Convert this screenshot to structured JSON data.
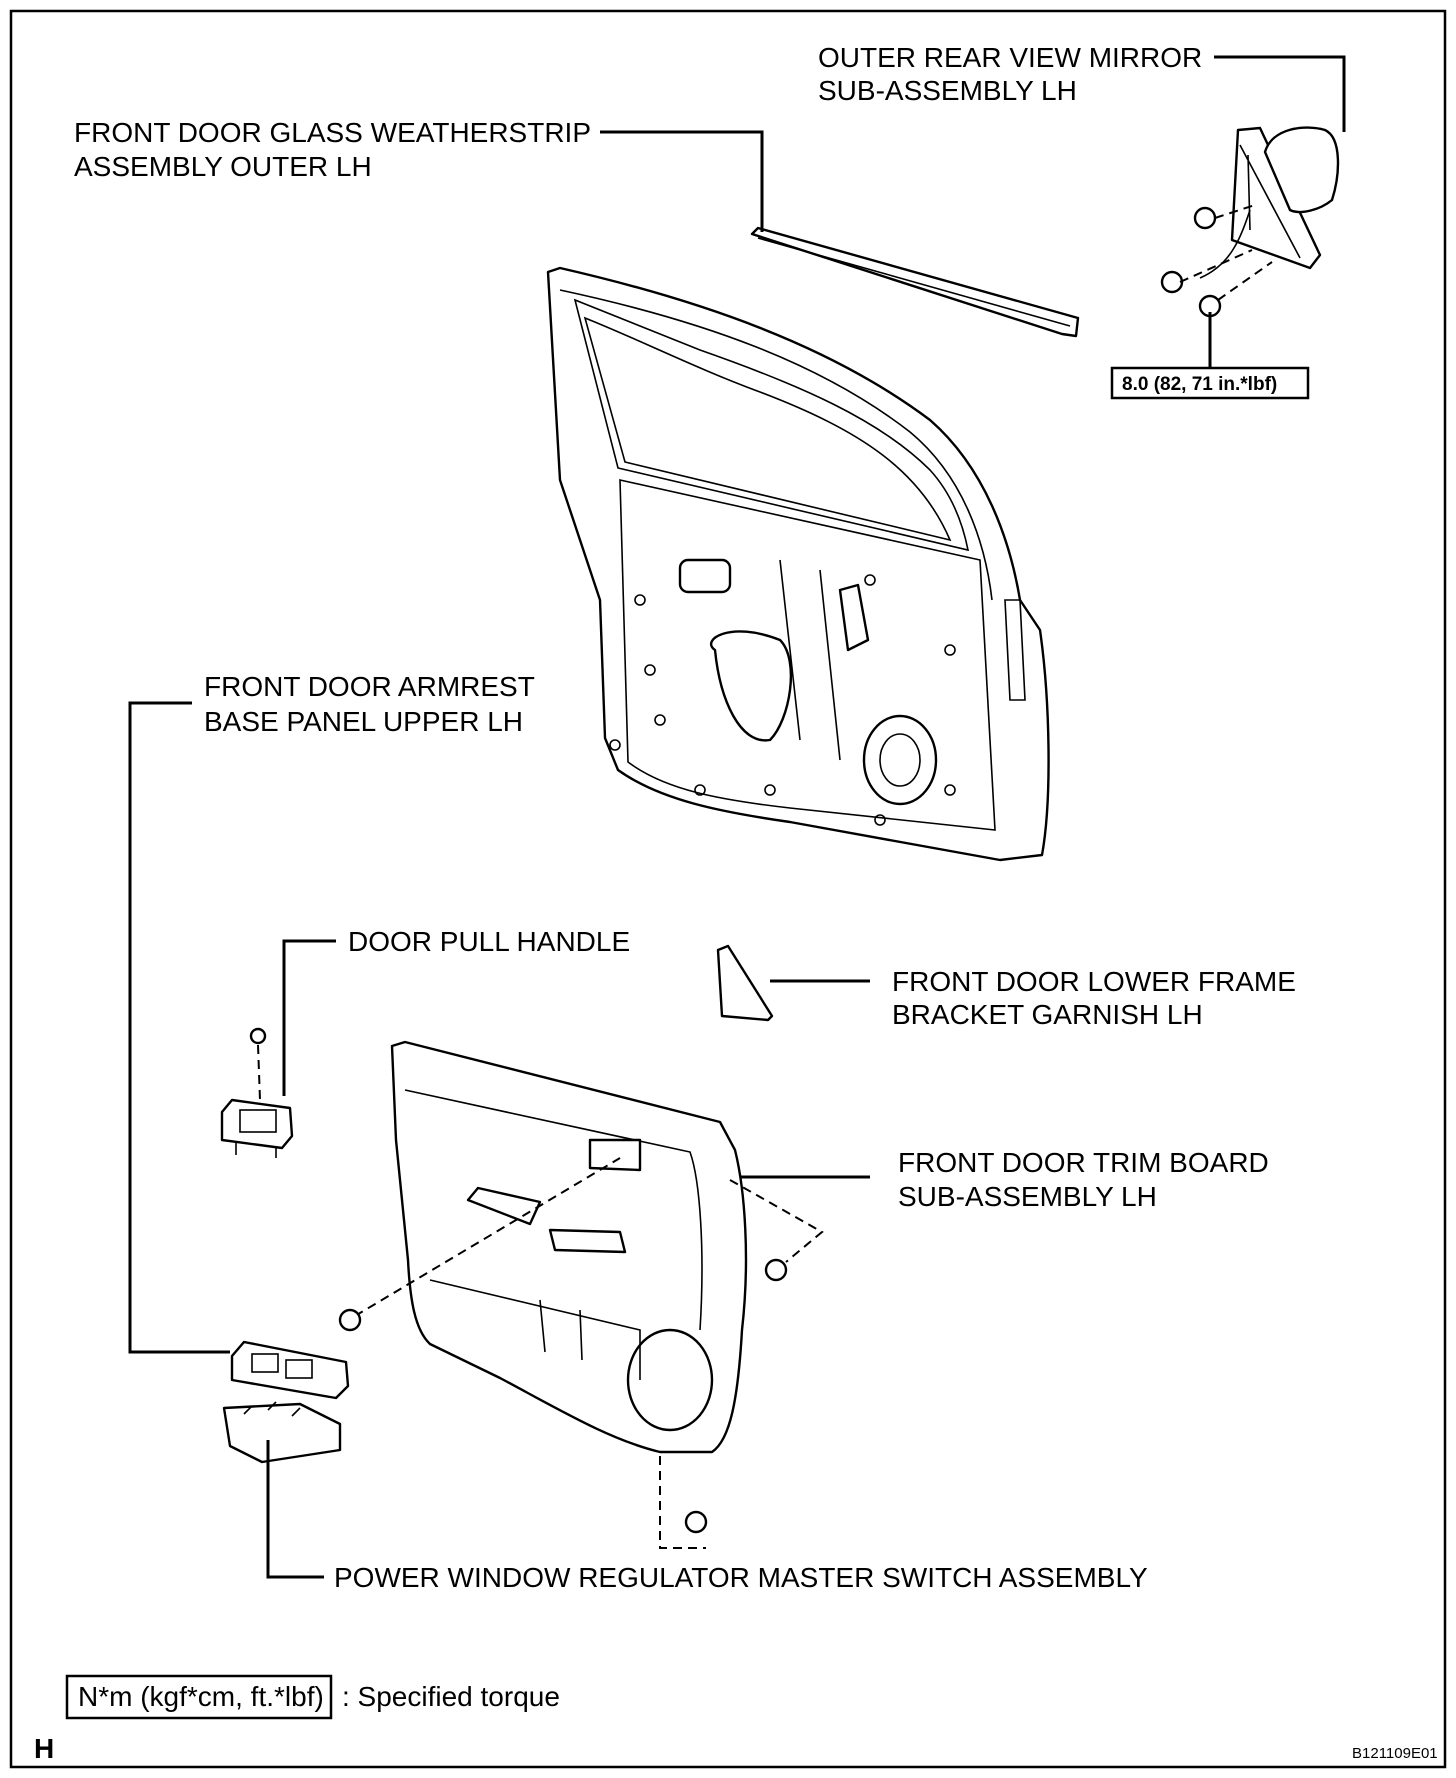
{
  "labels": {
    "mirror": [
      "OUTER REAR VIEW MIRROR",
      "SUB-ASSEMBLY LH"
    ],
    "weatherstrip": [
      "FRONT DOOR GLASS WEATHERSTRIP",
      "ASSEMBLY OUTER LH"
    ],
    "armrest": [
      "FRONT DOOR ARMREST",
      "BASE PANEL UPPER LH"
    ],
    "pull_handle": [
      "DOOR PULL HANDLE"
    ],
    "garnish": [
      "FRONT DOOR LOWER FRAME",
      "BRACKET GARNISH LH"
    ],
    "trim_board": [
      "FRONT DOOR TRIM BOARD",
      "SUB-ASSEMBLY LH"
    ],
    "master_switch": [
      "POWER WINDOW REGULATOR MASTER SWITCH ASSEMBLY"
    ]
  },
  "torque_spec": "8.0 (82, 71 in.*lbf)",
  "legend": {
    "box_text": "N*m (kgf*cm, ft.*lbf)",
    "description": ": Specified torque"
  },
  "corner_letter": "H",
  "figure_id": "B121109E01"
}
